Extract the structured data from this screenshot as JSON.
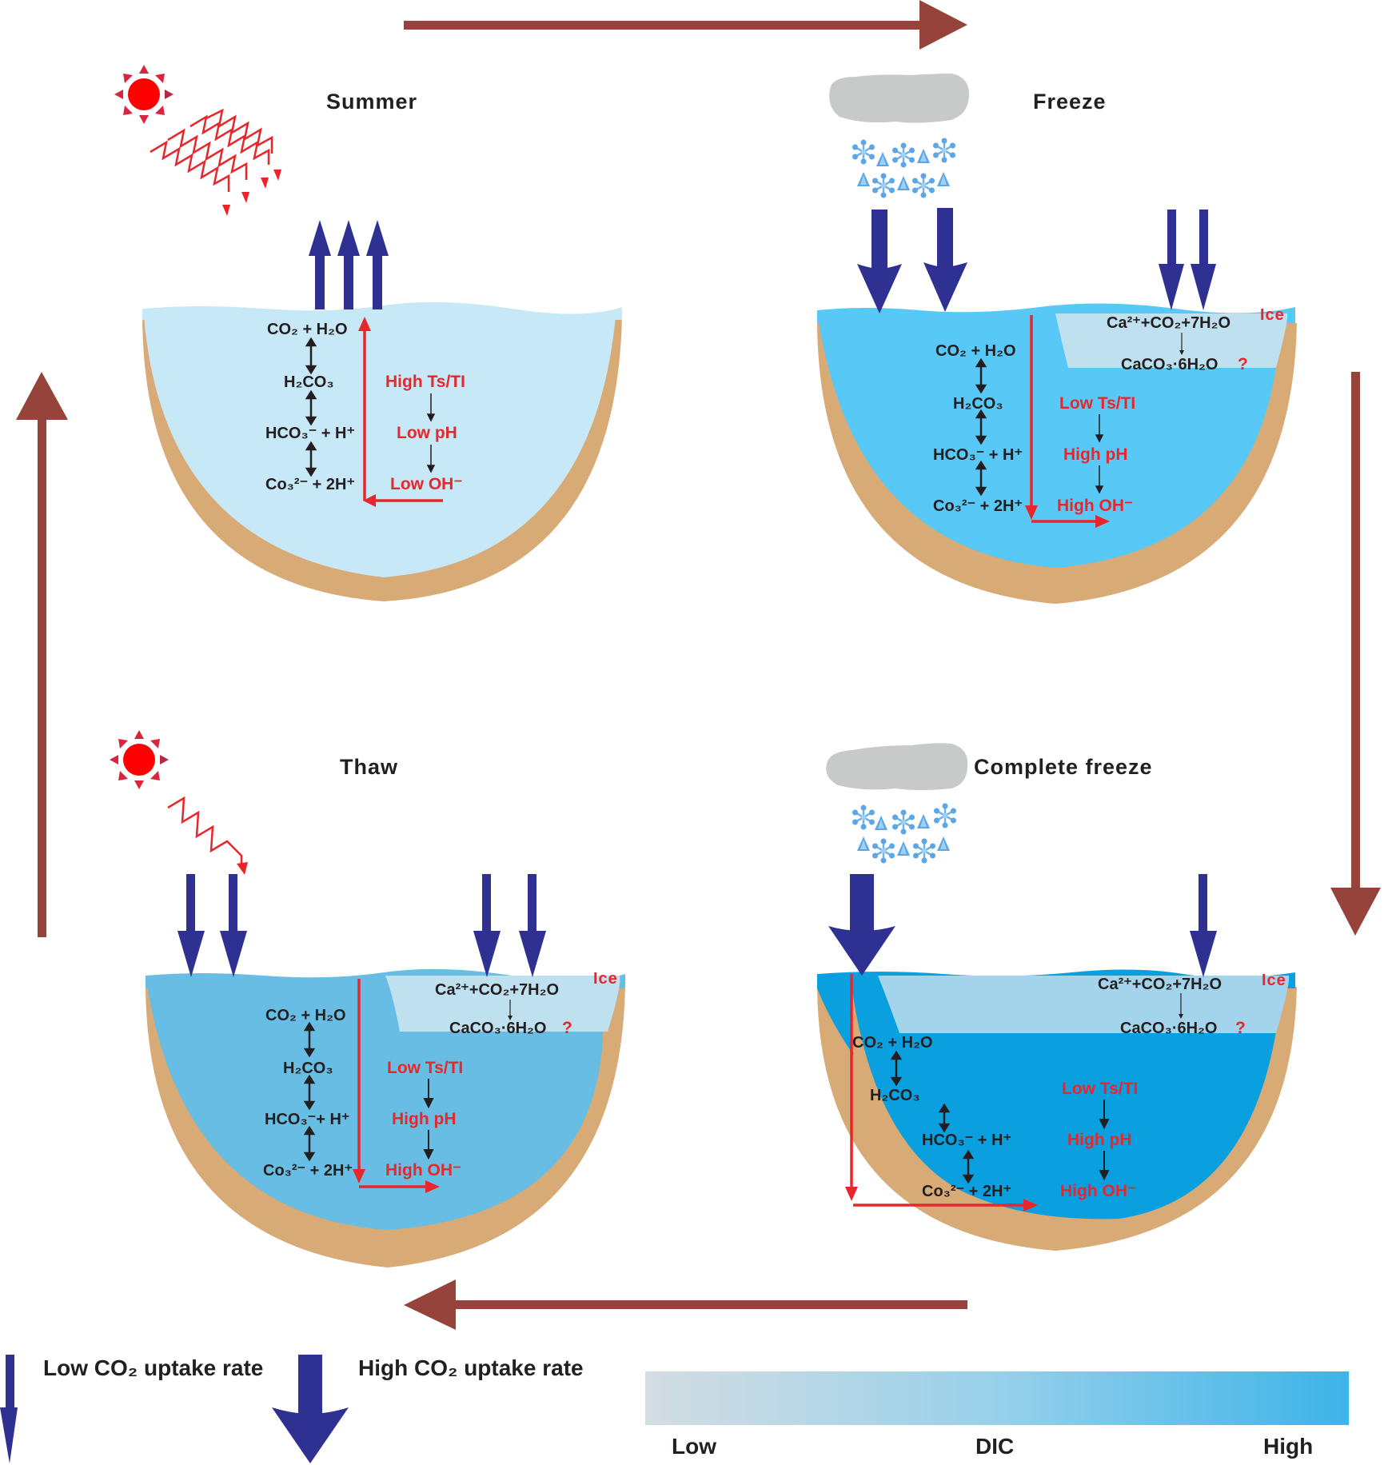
{
  "colors": {
    "cycle_arrow": "#96433b",
    "co2_arrow": "#2e3192",
    "reaction_red": "#e8262b",
    "sediment": "#d8aa76",
    "cloud": "#c8c9c9",
    "ice": "#bfe0ef",
    "water_summer": "#c7e8f6",
    "water_freeze": "#58c8f6",
    "water_thaw": "#67bde3",
    "water_complete": "#0aa0e0",
    "dic_low": "#d4dde2",
    "dic_high": "#3db4e8"
  },
  "panels": {
    "summer": {
      "title": "Summer",
      "weather": "sun-with-heat-waves",
      "co2_flux": "outgassing",
      "dic_level": 0.15,
      "chem": [
        "CO",
        "2",
        " + H",
        "2",
        "O",
        "H",
        "2",
        "CO",
        "3",
        "HCO",
        "3",
        "-",
        " + H",
        "+",
        "Co",
        "3",
        "2-",
        " + 2H",
        "+"
      ],
      "species": {
        "eq1": "CO₂ + H₂O",
        "eq2": "H₂CO₃",
        "eq3": "HCO₃⁻ + H⁺",
        "eq4": "Co₃²⁻ + 2H⁺"
      },
      "drivers": [
        "High Ts/TI",
        "Low pH",
        "Low OH⁻"
      ]
    },
    "freeze": {
      "title": "Freeze",
      "weather": "cloud-with-snow",
      "co2_flux": "uptake",
      "dic_level": 0.6,
      "species": {
        "eq1": "CO₂ + H₂O",
        "eq2": "H₂CO₃",
        "eq3": "HCO₃⁻ + H⁺",
        "eq4": "Co₃²⁻ + 2H⁺"
      },
      "ice_reaction": {
        "reactants": "Ca²⁺+CO₂+7H₂O",
        "product": "CaCO₃·6H₂O",
        "question": "?",
        "ice_label": "Ice"
      },
      "drivers": [
        "Low Ts/TI",
        "High pH",
        "High OH⁻"
      ]
    },
    "thaw": {
      "title": "Thaw",
      "weather": "sun-with-heat-wave",
      "co2_flux": "uptake",
      "dic_level": 0.5,
      "species": {
        "eq1": "CO₂ + H₂O",
        "eq2": "H₂CO₃",
        "eq3": "HCO₃⁻+ H⁺",
        "eq4": "Co₃²⁻ + 2H⁺"
      },
      "ice_reaction": {
        "reactants": "Ca²⁺+CO₂+7H₂O",
        "product": "CaCO₃·6H₂O",
        "question": "?",
        "ice_label": "Ice"
      },
      "drivers": [
        "Low Ts/TI",
        "High pH",
        "High OH⁻"
      ]
    },
    "complete_freeze": {
      "title": "Complete freeze",
      "weather": "cloud-with-snow",
      "co2_flux": "uptake",
      "dic_level": 0.95,
      "species": {
        "eq1": "CO₂ + H₂O",
        "eq2": "H₂CO₃",
        "eq3": "HCO₃⁻ + H⁺",
        "eq4": "Co₃²⁻ + 2H⁺"
      },
      "ice_reaction": {
        "reactants": "Ca²⁺+CO₂+7H₂O",
        "product": "CaCO₃·6H₂O",
        "question": "?",
        "ice_label": "Ice"
      },
      "drivers": [
        "Low Ts/TI",
        "High pH",
        "High OH⁻"
      ]
    }
  },
  "legend": {
    "low_rate": "Low CO₂ uptake rate",
    "high_rate": "High CO₂ uptake rate",
    "dic_scale": {
      "low": "Low",
      "label": "DIC",
      "high": "High"
    }
  }
}
